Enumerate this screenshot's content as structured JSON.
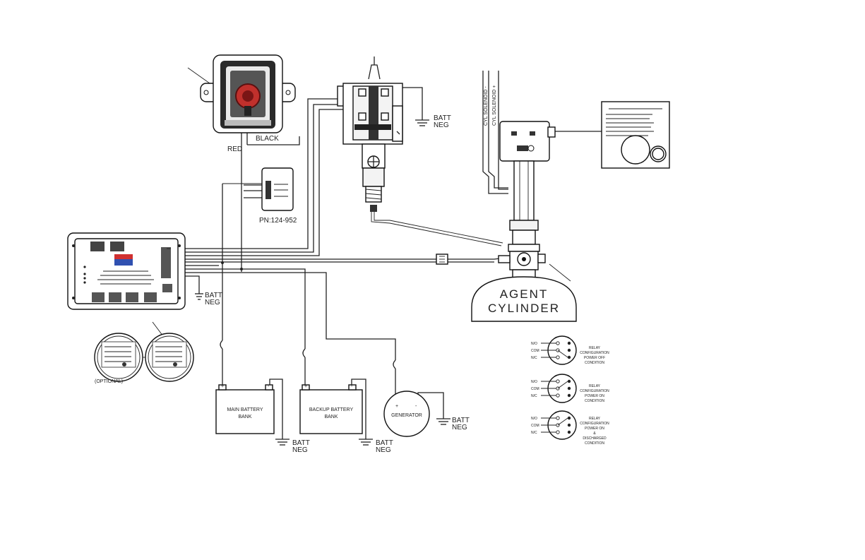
{
  "labels": {
    "red": "RED",
    "black": "BLACK",
    "pn": "PN:124-952",
    "batt": "BATT",
    "neg": "NEG",
    "agent_line1": "AGENT",
    "agent_line2": "CYLINDER",
    "optional": "(OPTIONAL)",
    "main_battery_line1": "MAIN BATTERY",
    "main_battery_line2": "BANK",
    "backup_battery_line1": "BACKUP BATTERY",
    "backup_battery_line2": "BANK",
    "generator": "GENERATOR",
    "solenoid_1": "CYL SOLENOID -",
    "solenoid_2": "CYL SOLENOID +",
    "plus": "+",
    "minus": "-",
    "pins": [
      "N/O",
      "COM",
      "N/C"
    ]
  },
  "relay_configs": [
    {
      "lines": [
        "RELAY",
        "CONFIGURATION",
        "POWER OFF",
        "CONDITION"
      ]
    },
    {
      "lines": [
        "RELAY",
        "CONFIGURATION",
        "POWER ON",
        "CONDITION"
      ]
    },
    {
      "lines": [
        "RELAY",
        "CONFIGURATION",
        "POWER ON",
        "&",
        "DISCHARGED",
        "CONDITION"
      ]
    }
  ],
  "colors": {
    "line": "#222222",
    "pull_station_red": "#c0302c",
    "logo_red": "#d03030",
    "logo_blue": "#3050b0"
  },
  "icons": {
    "pull_station": "manual-pull-station-icon",
    "pressure_switch": "pressure-switch-icon",
    "control_panel": "control-panel-icon",
    "valve": "discharge-valve-icon",
    "generator": "generator-icon",
    "ground": "ground-icon"
  }
}
